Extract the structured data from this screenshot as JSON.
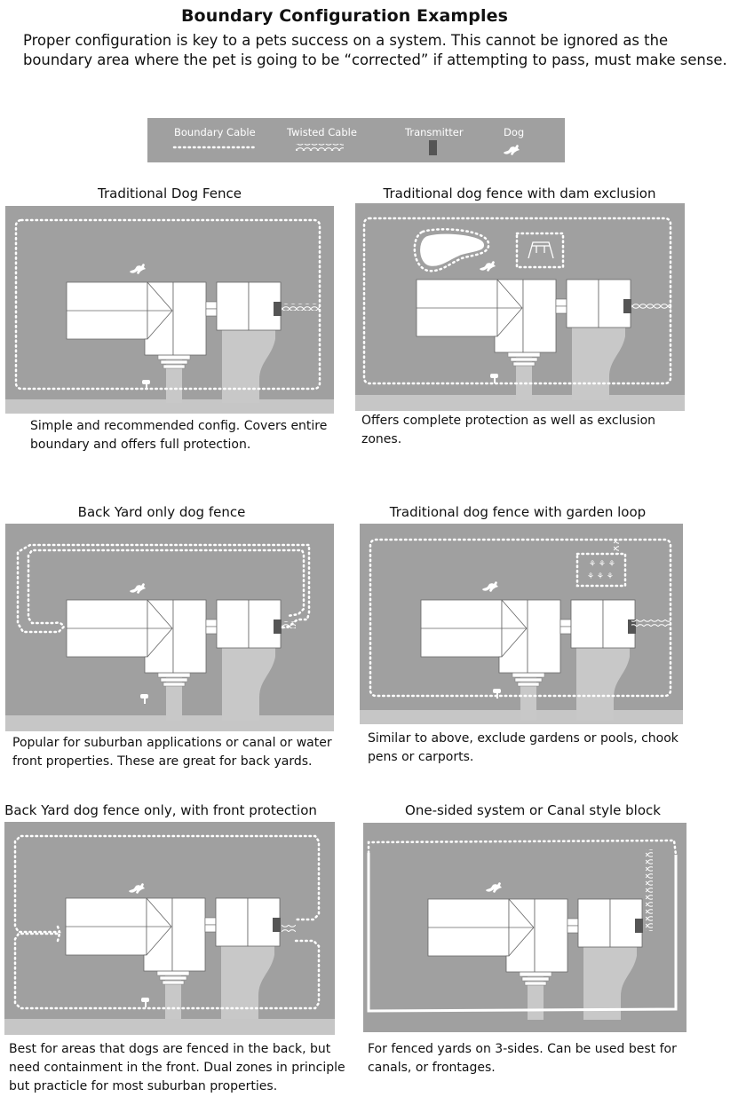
{
  "title": "Boundary Configuration Examples",
  "intro": "Proper configuration is key to a pets success on a system. This cannot be ignored as the boundary area where the pet is going to be “corrected” if attempting to pass, must make sense.",
  "legend": {
    "boundary_cable": "Boundary Cable",
    "twisted_cable": "Twisted Cable",
    "transmitter": "Transmitter",
    "dog": "Dog"
  },
  "examples": [
    {
      "title": "Traditional Dog Fence",
      "caption": "Simple and recommended config. Covers entire boundary and offers full protection."
    },
    {
      "title": "Traditional dog fence with dam exclusion",
      "caption": "Offers complete protection as well as exclusion zones."
    },
    {
      "title": "Back Yard only dog fence",
      "caption": "Popular for suburban applications or canal or water front properties. These are great for back yards."
    },
    {
      "title": "Traditional dog fence with garden loop",
      "caption": "Similar to above, exclude gardens or pools, chook pens or carports."
    },
    {
      "title": "Back Yard dog fence only, with front protection",
      "caption": "Best for areas that dogs are fenced in the back, but need containment in the front. Dual zones in principle but practicle for most suburban properties."
    },
    {
      "title": "One-sided system or Canal style block",
      "caption": "For fenced yards on 3-sides. Can be used best for canals, or frontages."
    }
  ],
  "colors": {
    "yard": "#a0a0a0",
    "street": "#c6c6c6",
    "house": "#ffffff",
    "transmitter": "#555555",
    "driveway": "#c8c8c8"
  }
}
